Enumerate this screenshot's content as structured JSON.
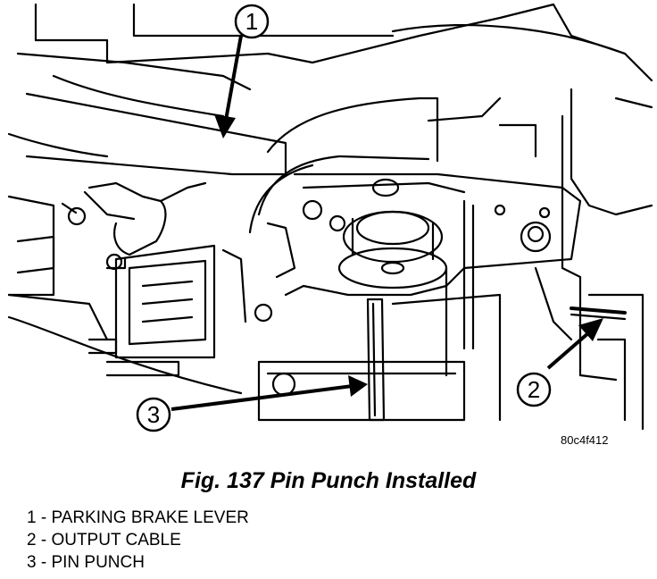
{
  "figure": {
    "code": "80c4f412",
    "callouts": [
      {
        "number": "1"
      },
      {
        "number": "2"
      },
      {
        "number": "3"
      }
    ]
  },
  "caption": "Fig. 137 Pin Punch Installed",
  "legend": [
    "1 - PARKING BRAKE LEVER",
    "2 - OUTPUT CABLE",
    "3 - PIN PUNCH"
  ]
}
